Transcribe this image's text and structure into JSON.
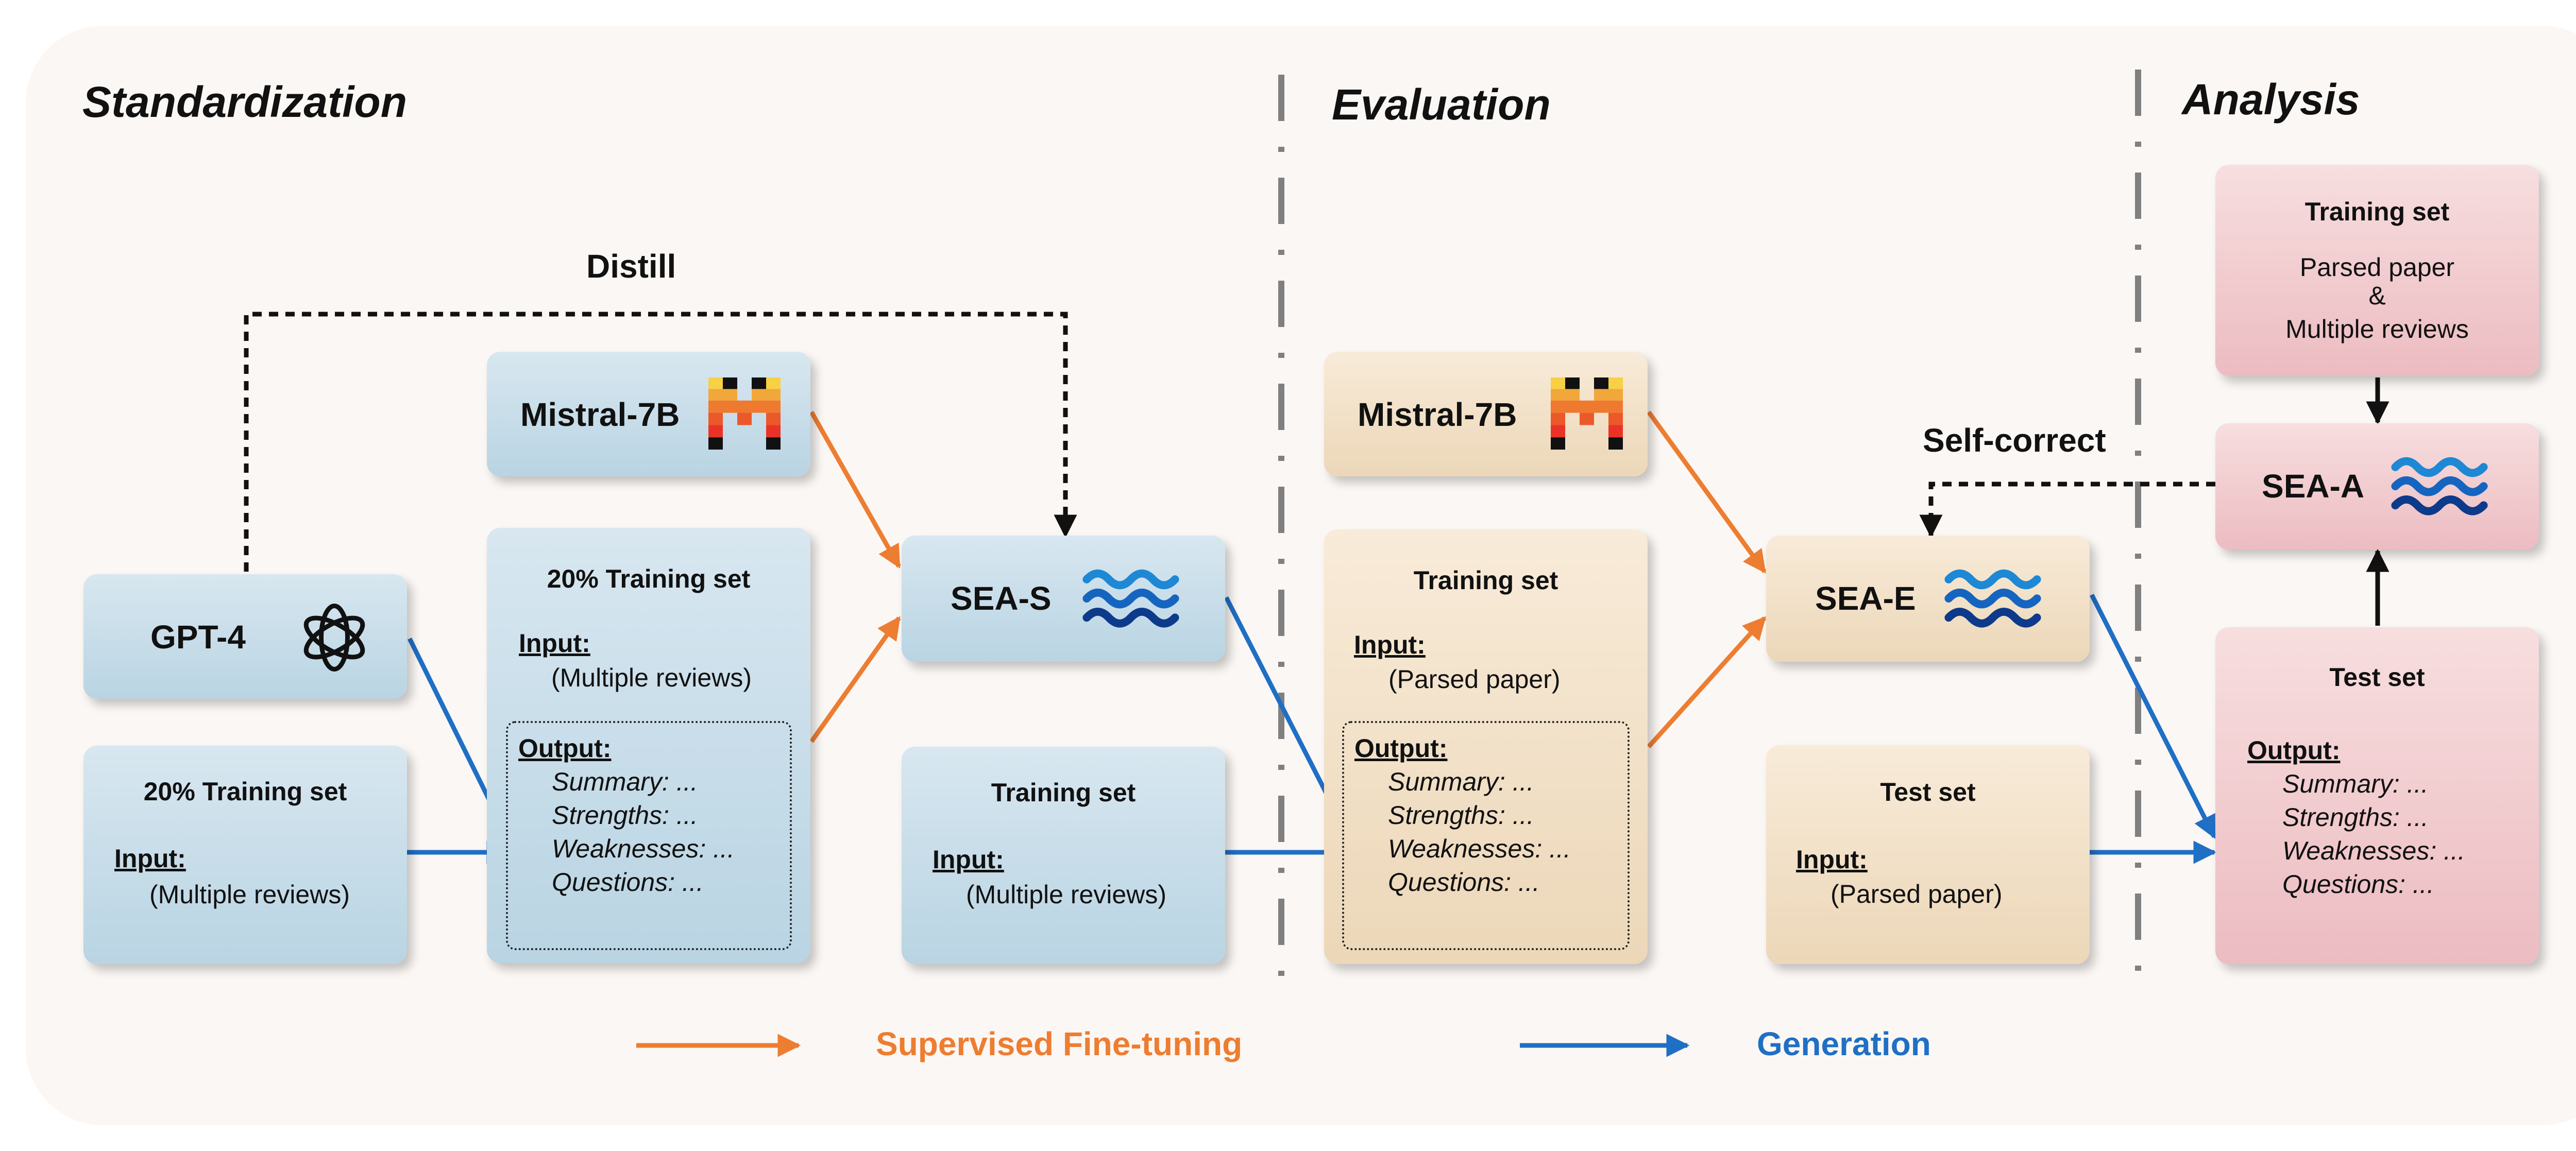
{
  "colors": {
    "sft": "#ed7d31",
    "generation": "#1f6fc5",
    "standardization": "#b9d4e3",
    "evaluation": "#ecd7b8",
    "analysis": "#ecbcc1"
  },
  "sections": {
    "standardization": "Standardization",
    "evaluation": "Evaluation",
    "analysis": "Analysis"
  },
  "labels": {
    "distill": "Distill",
    "self_correct": "Self-correct"
  },
  "standardization": {
    "gpt4": {
      "name": "GPT-4",
      "icon": "openai-logo-icon"
    },
    "mistral": {
      "name": "Mistral-7B",
      "icon": "mistral-logo-icon"
    },
    "subset_input": {
      "title": "20% Training set",
      "input_label": "Input:",
      "input_value": "(Multiple reviews)"
    },
    "subset_train": {
      "title": "20% Training set",
      "input_label": "Input:",
      "input_value": "(Multiple reviews)",
      "output_label": "Output:",
      "outputs": [
        "Summary:   ...",
        "Strengths:  ...",
        "Weaknesses:  ...",
        "Questions:  ..."
      ]
    },
    "sea_s": {
      "name": "SEA-S",
      "icon": "sea-wave-logo-icon"
    },
    "training_set": {
      "title": "Training set",
      "input_label": "Input:",
      "input_value": "(Multiple reviews)"
    }
  },
  "evaluation": {
    "mistral": {
      "name": "Mistral-7B",
      "icon": "mistral-logo-icon"
    },
    "training_set": {
      "title": "Training set",
      "input_label": "Input:",
      "input_value": "(Parsed paper)",
      "output_label": "Output:",
      "outputs": [
        "Summary:   ...",
        "Strengths:  ...",
        "Weaknesses:  ...",
        "Questions:  ..."
      ]
    },
    "sea_e": {
      "name": "SEA-E",
      "icon": "sea-wave-logo-icon"
    },
    "test_set": {
      "title": "Test set",
      "input_label": "Input:",
      "input_value": "(Parsed paper)"
    }
  },
  "analysis": {
    "training_set": {
      "title": "Training set",
      "line1": "Parsed paper",
      "line2": "&",
      "line3": "Multiple reviews"
    },
    "sea_a": {
      "name": "SEA-A",
      "icon": "sea-wave-logo-icon"
    },
    "test_set": {
      "title": "Test set",
      "output_label": "Output:",
      "outputs": [
        "Summary:   ...",
        "Strengths:  ...",
        "Weaknesses:  ...",
        "Questions:  ..."
      ]
    }
  },
  "legend": {
    "sft": "Supervised Fine-tuning",
    "generation": "Generation"
  }
}
